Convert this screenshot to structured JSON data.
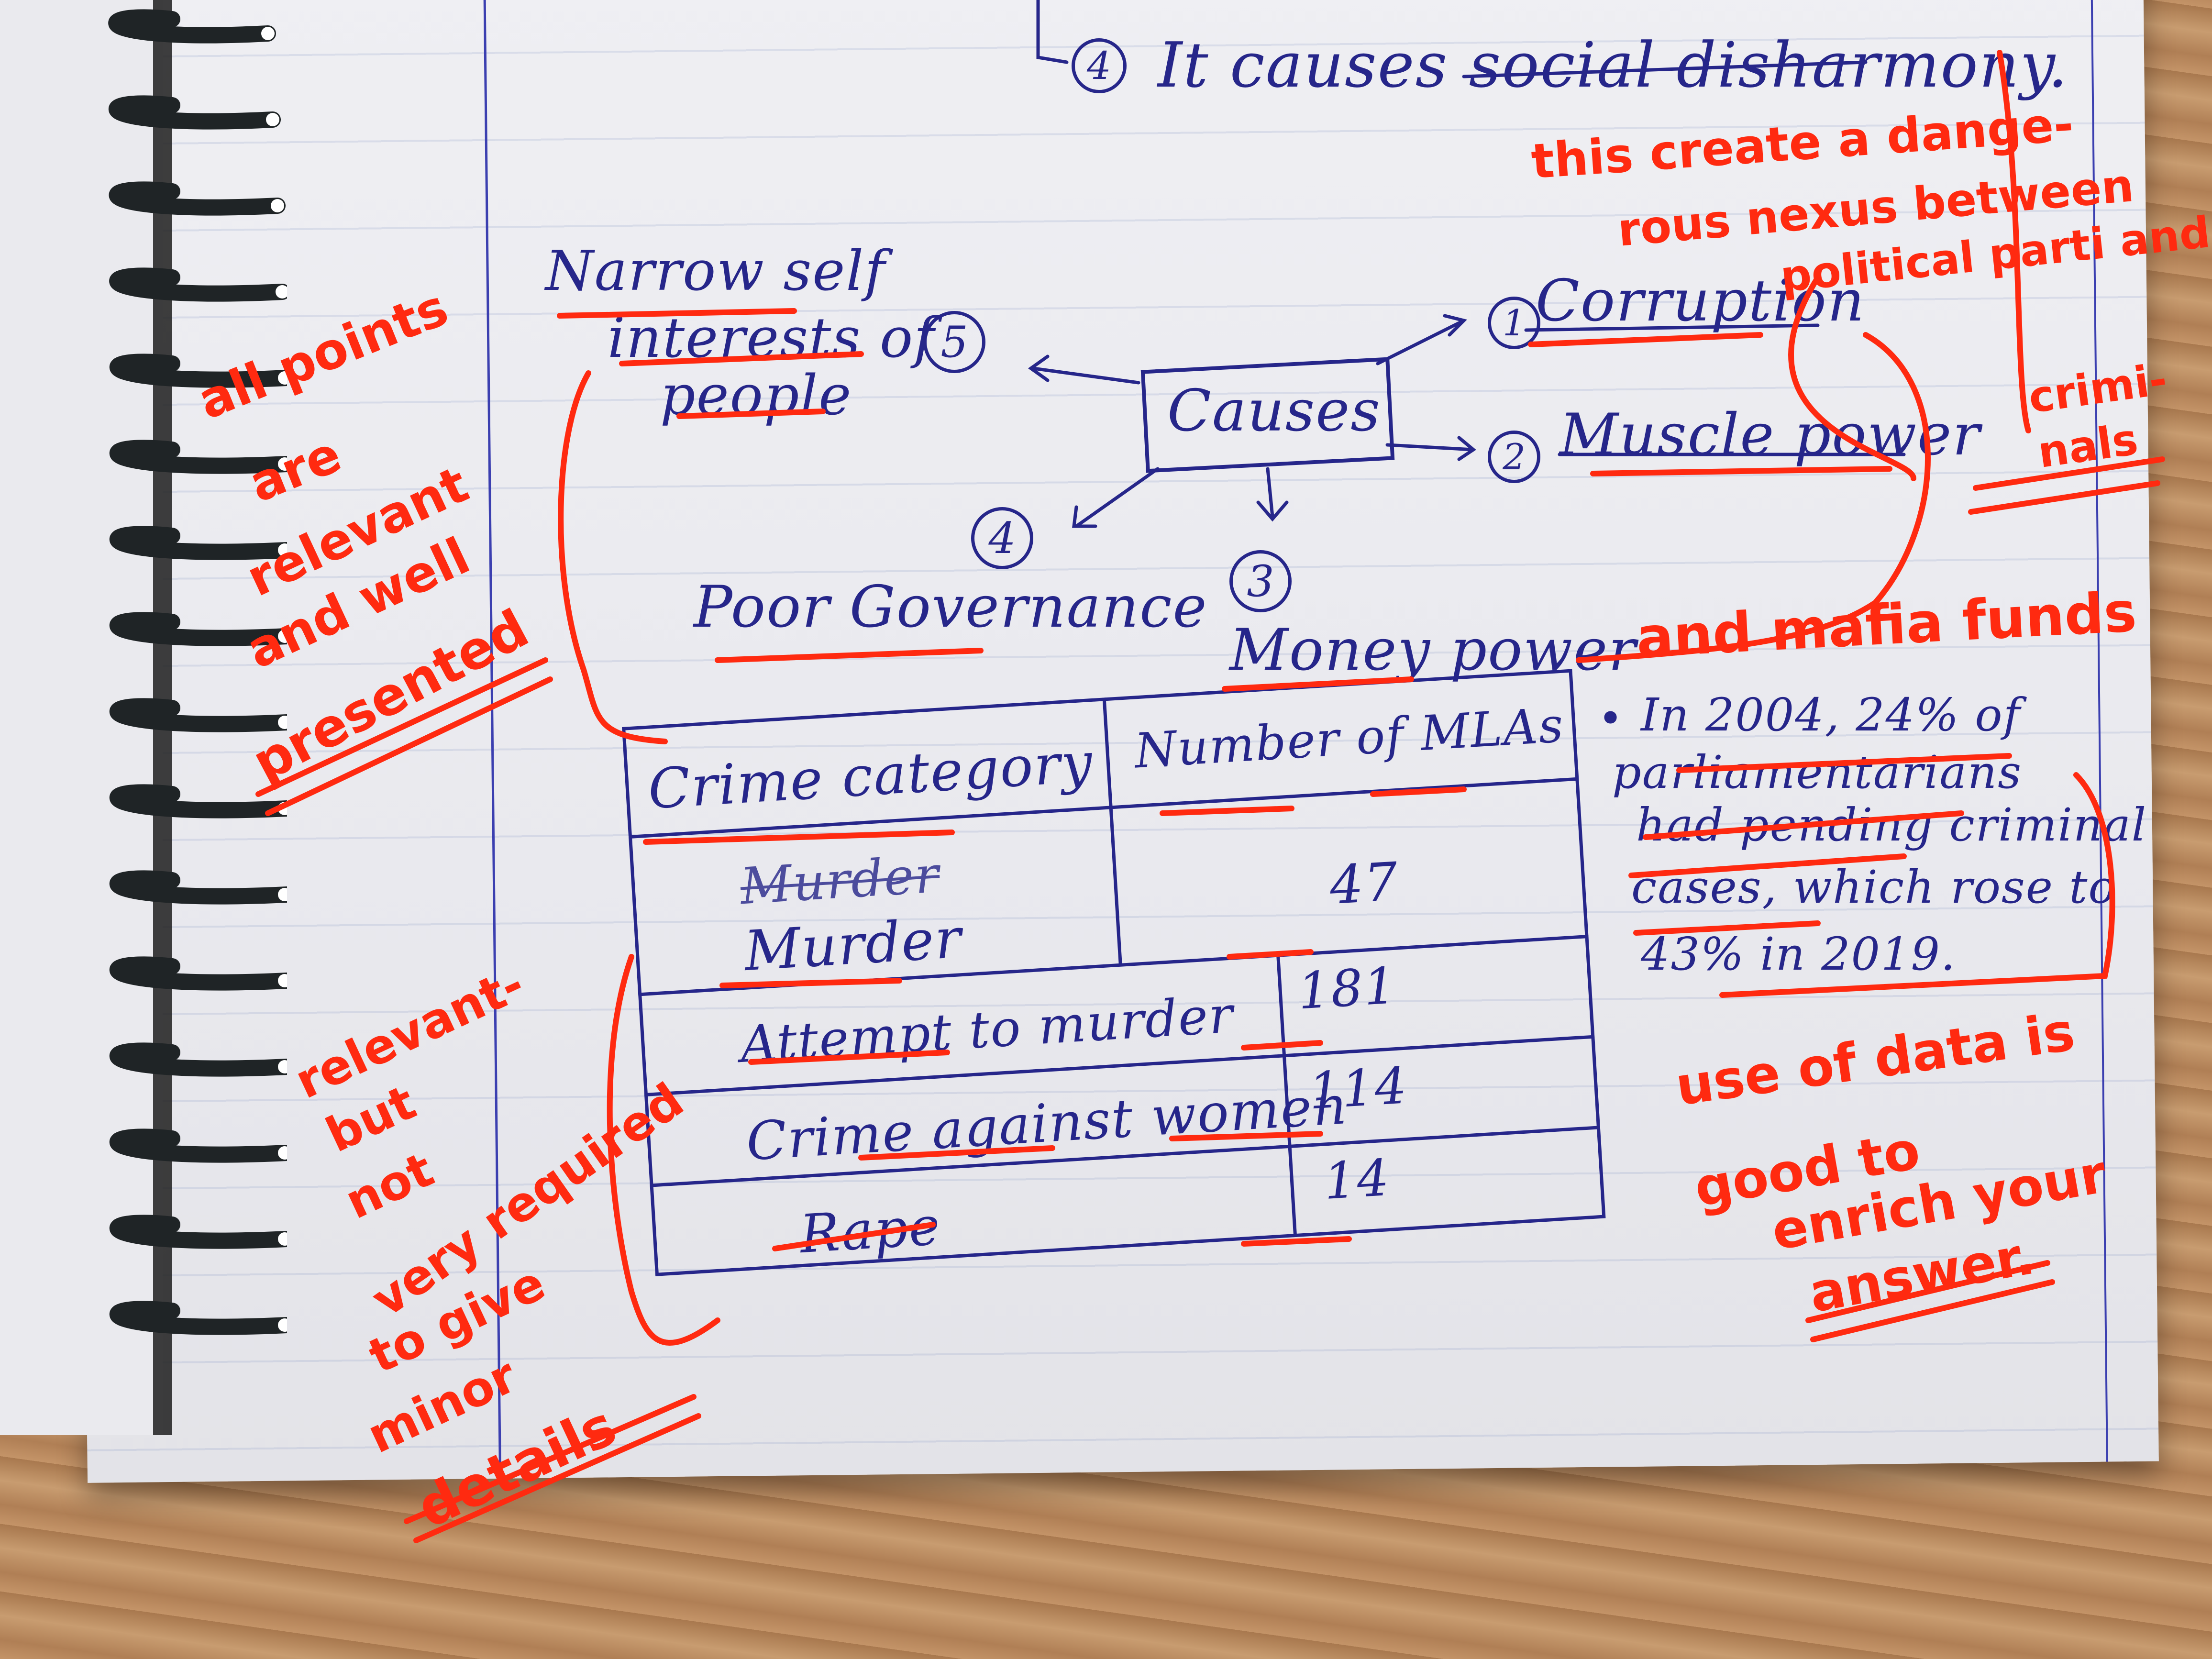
{
  "top_line": {
    "num": "4",
    "text": "It causes social disharmony."
  },
  "diagram": {
    "center": "Causes",
    "items": [
      {
        "num": "1",
        "label": "Corruption"
      },
      {
        "num": "2",
        "label": "Muscle power"
      },
      {
        "num": "3",
        "label": "Money power"
      },
      {
        "num": "4",
        "label": "Poor Governance"
      },
      {
        "num": "5",
        "label_line1": "Narrow self",
        "label_line2": "interests of",
        "label_line3": "people"
      }
    ]
  },
  "table": {
    "headers": [
      "Crime category",
      "Number of MLAs"
    ],
    "struck_text": "Murder",
    "rows": [
      {
        "category": "Murder",
        "count": "47"
      },
      {
        "category": "Attempt to murder",
        "count": "181"
      },
      {
        "category": "Crime against women",
        "count": "114"
      },
      {
        "category": "Rape",
        "count": "14"
      }
    ]
  },
  "fact": {
    "line1": "In 2004, 24% of",
    "line2": "parliamentarians",
    "line3": "had pending criminal",
    "line4": "cases, which rose to",
    "line5": "43% in 2019."
  },
  "annotations": {
    "nexus": [
      "this create a dange-",
      "rous nexus between",
      "political parti and",
      "crimi-",
      "nals"
    ],
    "money_extra": "and mafia funds",
    "left_top": [
      "all points",
      "are",
      "relevant",
      "and well",
      "presented"
    ],
    "left_bottom": [
      "relevant-",
      "but",
      "not",
      "very required",
      "to give",
      "minor",
      "details"
    ],
    "right_bottom": [
      "use of data is",
      "good to",
      "enrich your",
      "answer."
    ]
  },
  "colors": {
    "ink_blue": "#26268a",
    "correction_red": "#ff2a10",
    "paper": "#ececf0",
    "wood": "#b8865a"
  }
}
